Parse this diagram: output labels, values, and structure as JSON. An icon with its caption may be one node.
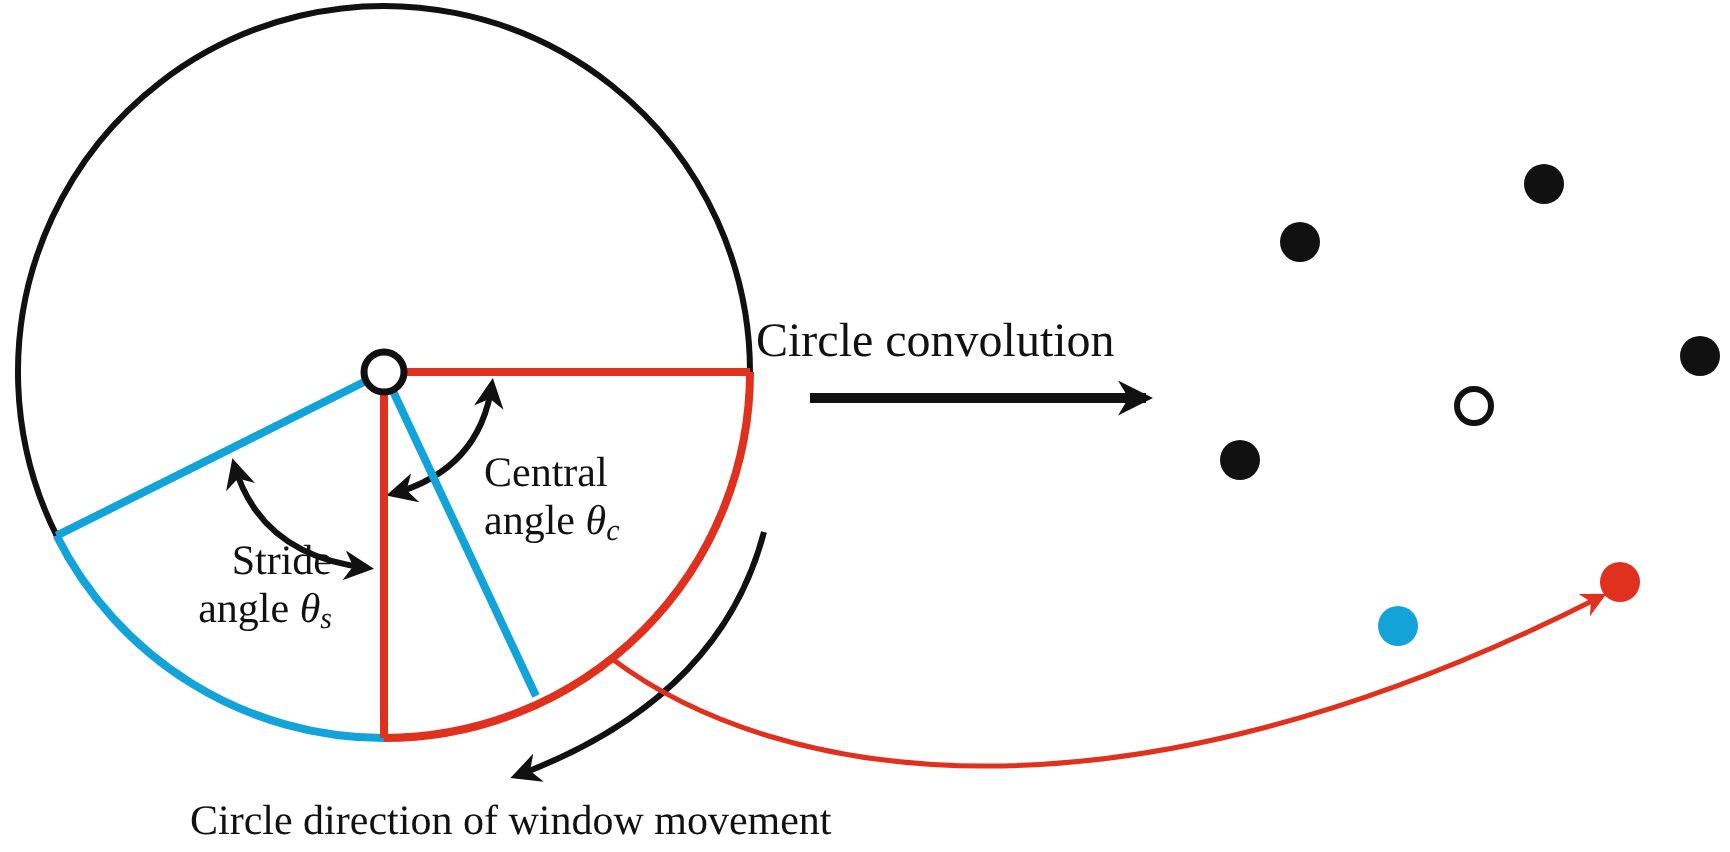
{
  "diagram": {
    "nodes": [
      {
        "text": [],
        "shape": "circle"
      },
      {
        "text": [],
        "shape": "circle"
      },
      {
        "text": [],
        "shape": "circle"
      },
      {
        "text": [],
        "shape": "circle"
      },
      {
        "text": [],
        "shape": "circle"
      },
      {
        "text": [],
        "shape": "circle"
      },
      {
        "text": [],
        "shape": "circle"
      },
      {
        "text": [],
        "shape": "circle"
      }
    ],
    "edges": [
      {
        "from": 0,
        "to": null,
        "arrow": "to",
        "label": "Circle convolution",
        "style": "thick"
      },
      {
        "from": 0,
        "to": 7,
        "arrow": "to",
        "color": "#e0301e"
      }
    ],
    "labels": [
      "Central angle *θ*$_{c}$",
      "Stride angle *θ*$_{s}$",
      "Circle direction of window movement"
    ]
  }
}
